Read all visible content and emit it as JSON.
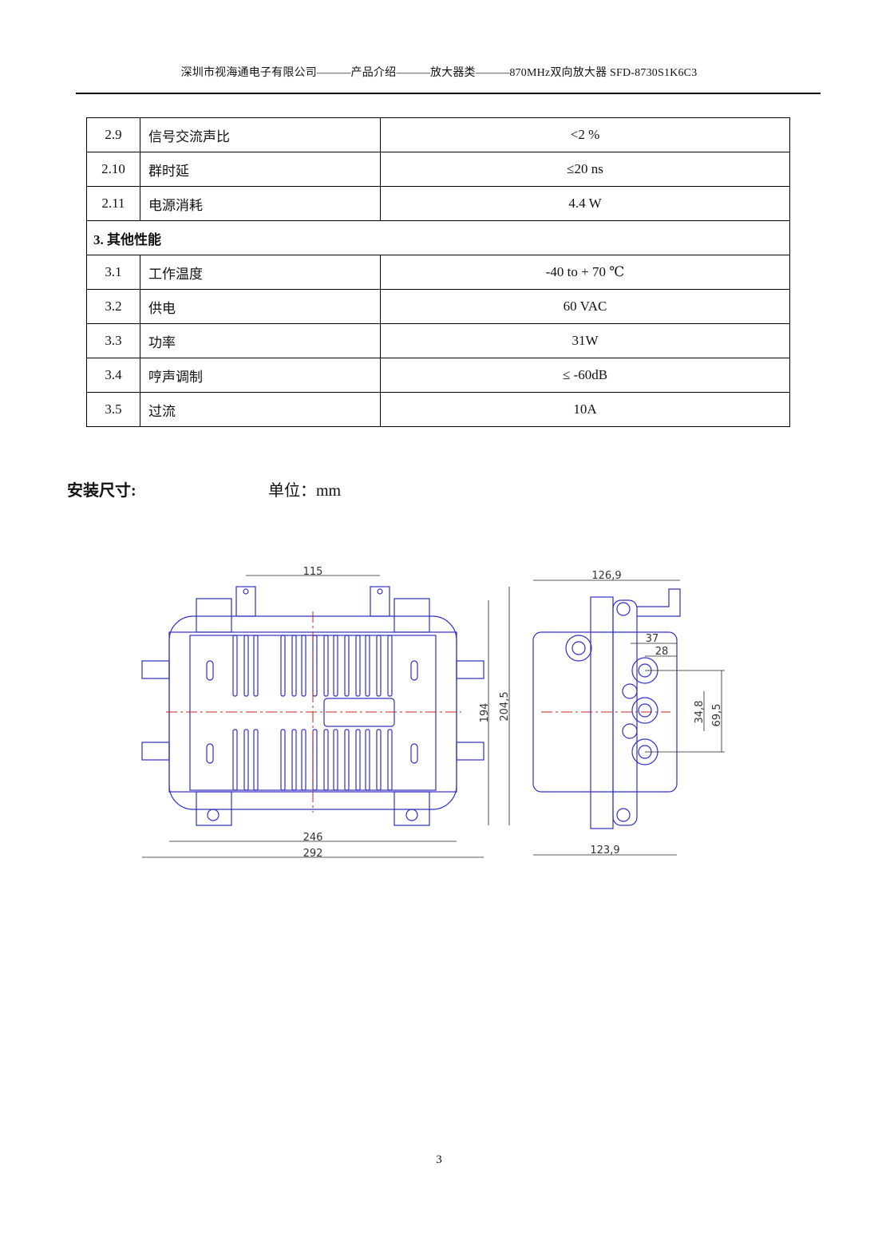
{
  "header": {
    "title": "深圳市视海通电子有限公司———产品介绍———放大器类———870MHz双向放大器 SFD-8730S1K6C3"
  },
  "table": {
    "rows": [
      {
        "no": "2.9",
        "item": "信号交流声比",
        "value": "<2 %"
      },
      {
        "no": "2.10",
        "item": "群时延",
        "value": "≤20 ns"
      },
      {
        "no": "2.11",
        "item": "电源消耗",
        "value": "4.4 W"
      }
    ],
    "section": "3.  其他性能",
    "rows2": [
      {
        "no": "3.1",
        "item": "工作温度",
        "value": "-40 to + 70  ℃"
      },
      {
        "no": "3.2",
        "item": "供电",
        "value": "60 VAC"
      },
      {
        "no": "3.3",
        "item": "功率",
        "value": "31W"
      },
      {
        "no": "3.4",
        "item": "哼声调制",
        "value": "≤  -60dB"
      },
      {
        "no": "3.5",
        "item": "过流",
        "value": "10A"
      }
    ]
  },
  "install": {
    "label": "安装尺寸:",
    "unit": "单位：mm"
  },
  "drawing": {
    "front": {
      "d115": "115",
      "d194": "194",
      "d2045": "204,5",
      "d246": "246",
      "d292": "292"
    },
    "side": {
      "d1269": "126,9",
      "d37": "37",
      "d28": "28",
      "d348": "34,8",
      "d695": "69,5",
      "d1239": "123,9"
    }
  },
  "page_number": "3"
}
